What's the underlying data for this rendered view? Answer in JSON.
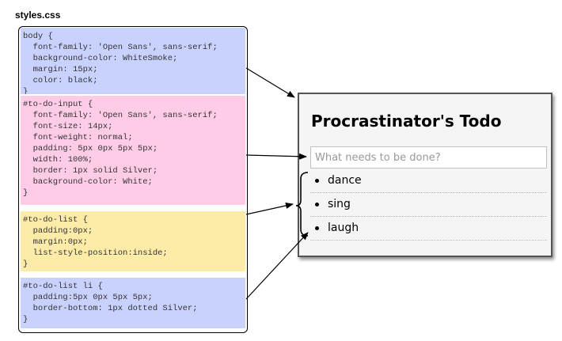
{
  "file": {
    "title": "styles.css"
  },
  "css": {
    "body_block": {
      "color": "#c9d2ff",
      "lines": [
        "body {",
        "  font-family: 'Open Sans', sans-serif;",
        "  background-color: WhiteSmoke;",
        "  margin: 15px;",
        "  color: black;",
        "}"
      ]
    },
    "input_block": {
      "color": "#ffcce8",
      "lines": [
        "#to-do-input {",
        "  font-family: 'Open Sans', sans-serif;",
        "  font-size: 14px;",
        "  font-weight: normal;",
        "  padding: 5px 0px 5px 5px;",
        "  width: 100%;",
        "  border: 1px solid Silver;",
        "  background-color: White;",
        "}"
      ]
    },
    "list_block": {
      "color": "#fdeca8",
      "lines": [
        "#to-do-list {",
        "  padding:0px;",
        "  margin:0px;",
        "  list-style-position:inside;",
        "}"
      ]
    },
    "li_block": {
      "color": "#c9d2ff",
      "lines": [
        "#to-do-list li {",
        "  padding:5px 0px 5px 5px;",
        "  border-bottom: 1px dotted Silver;",
        "}"
      ]
    }
  },
  "preview": {
    "title": "Procrastinator's Todo",
    "input_placeholder": "What needs to be done?",
    "items": [
      {
        "label": "dance"
      },
      {
        "label": "sing"
      },
      {
        "label": "laugh"
      }
    ]
  }
}
